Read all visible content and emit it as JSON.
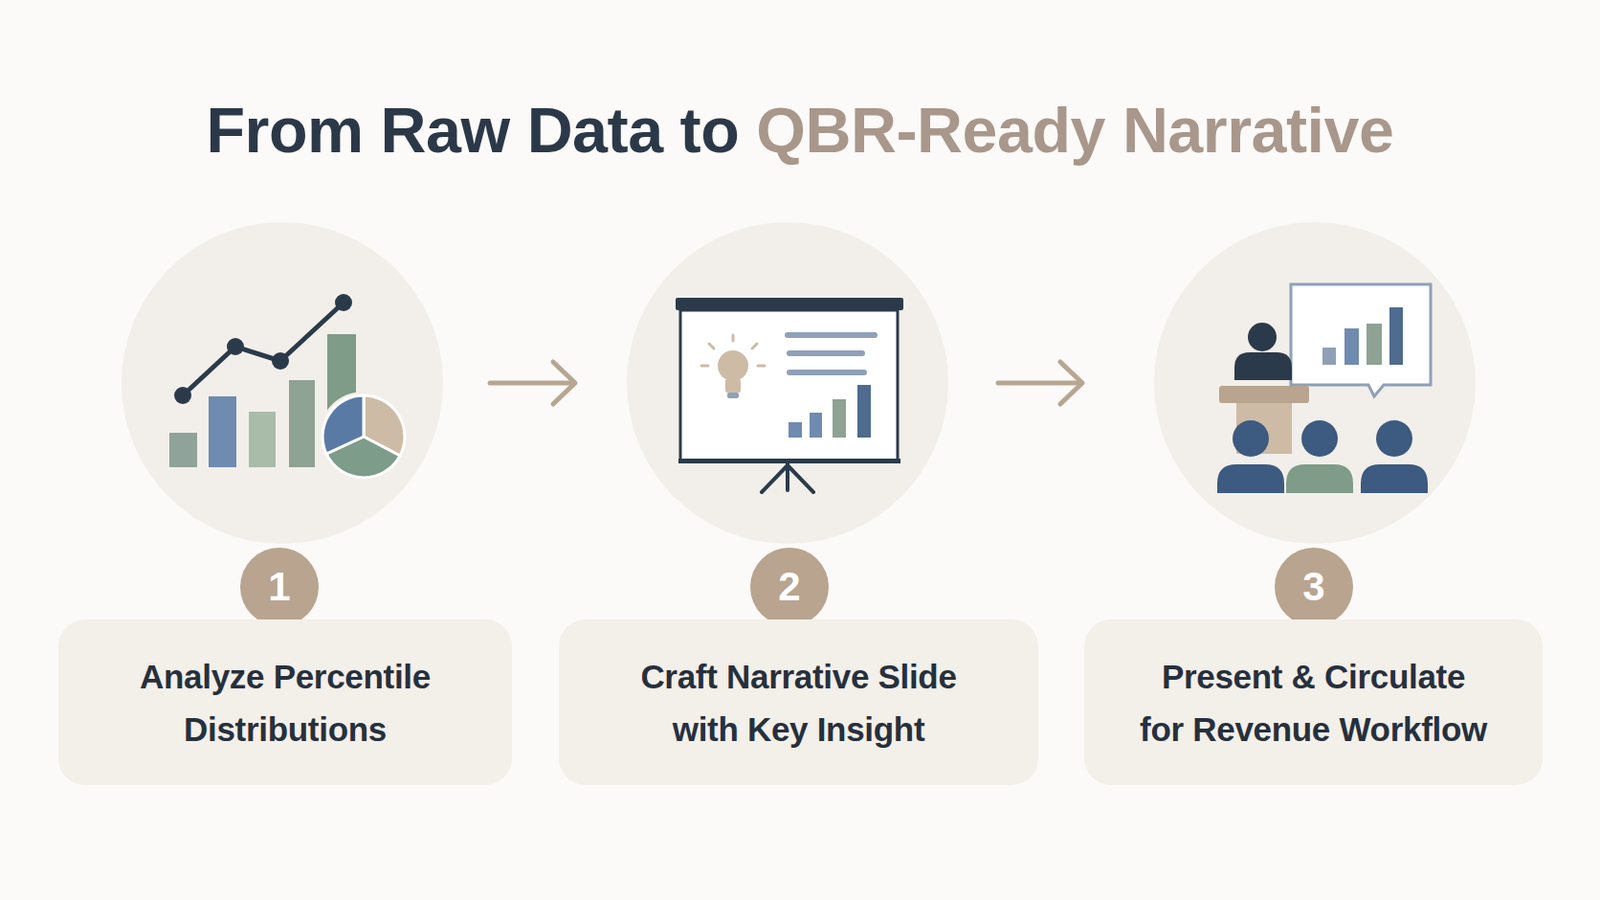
{
  "diagram": {
    "title": "From Raw Data to QBR-Ready Narrative",
    "nodes": [
      {
        "text": [
          "1"
        ]
      },
      {
        "text": [
          "Analyze Percentile Distributions"
        ]
      },
      {
        "text": [
          "2"
        ]
      },
      {
        "text": [
          "Craft Narrative Slide with Key Insight"
        ]
      },
      {
        "text": [
          "3"
        ]
      },
      {
        "text": [
          "Present & Circulate for Revenue Workflow"
        ]
      }
    ]
  }
}
